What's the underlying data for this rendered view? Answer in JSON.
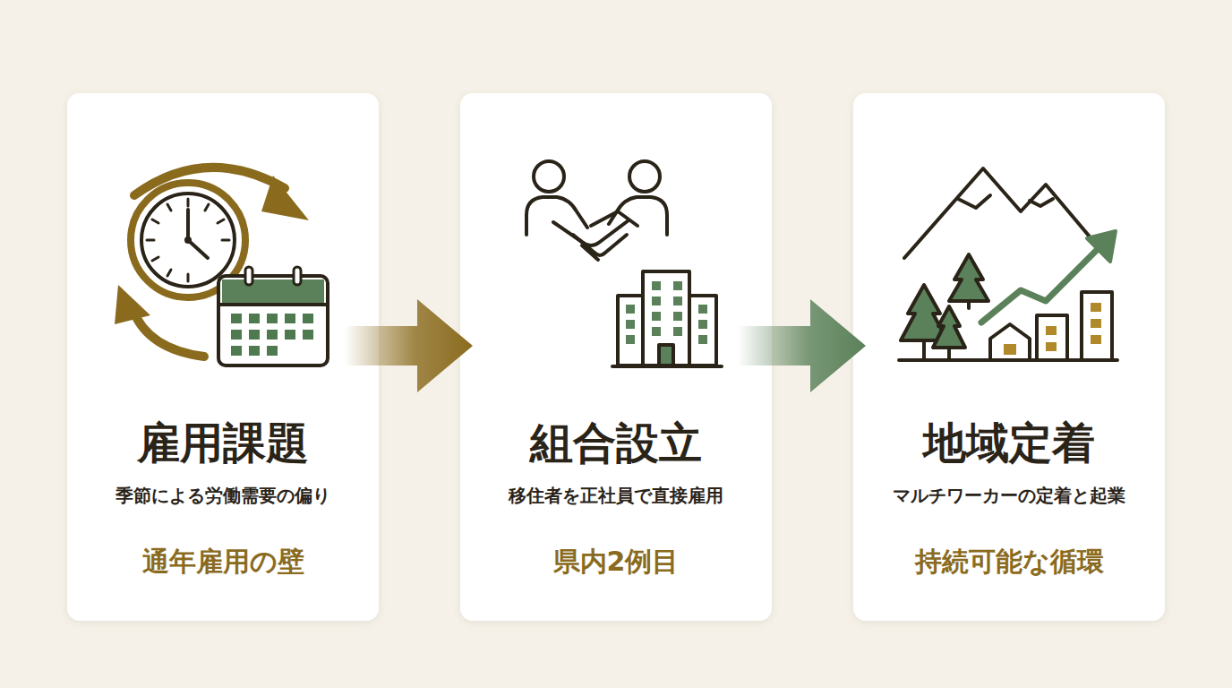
{
  "diagram": {
    "nodes": [
      {
        "text": [
          "雇用課題",
          "季節による労働需要の偏り",
          "通年雇用の壁"
        ]
      },
      {
        "text": [
          "組合設立",
          "移住者を正社員で直接雇用",
          "県内2例目"
        ]
      },
      {
        "text": [
          "地域定着",
          "マルチワーカーの定着と起業",
          "持続可能な循環"
        ]
      }
    ],
    "edges": [
      {
        "from": 0,
        "to": 1,
        "arrow": "to"
      },
      {
        "from": 1,
        "to": 2,
        "arrow": "to"
      }
    ]
  }
}
